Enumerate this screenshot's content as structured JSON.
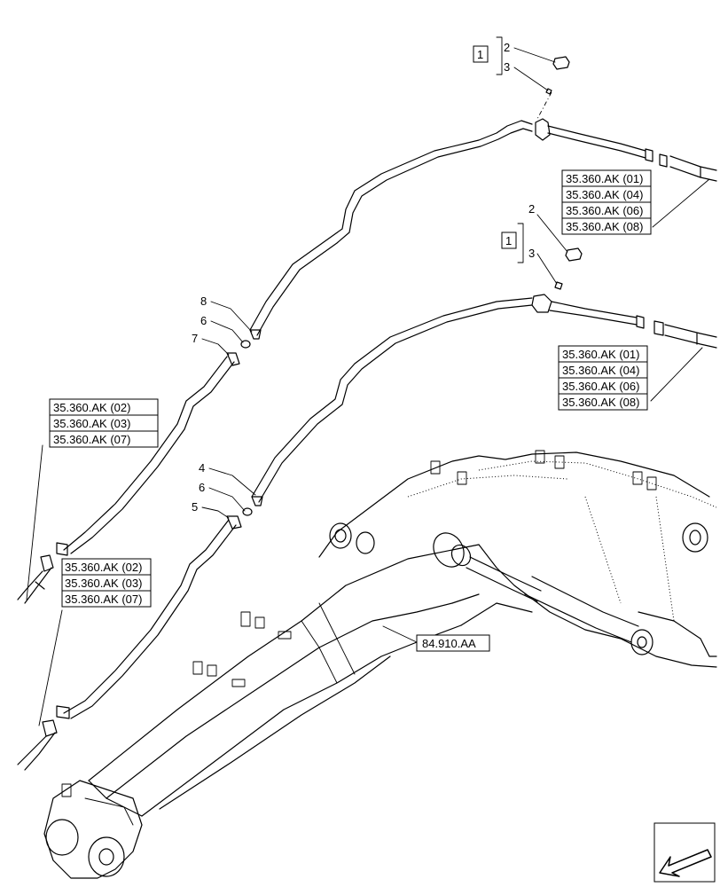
{
  "callouts": {
    "c1": "1",
    "c2": "2",
    "c3": "3",
    "c1b": "1",
    "c2b": "2",
    "c3b": "3",
    "c8": "8",
    "c6a": "6",
    "c7": "7",
    "c4": "4",
    "c6b": "6",
    "c5": "5"
  },
  "refs": {
    "topright": [
      "35.360.AK (01)",
      "35.360.AK (04)",
      "35.360.AK (06)",
      "35.360.AK (08)"
    ],
    "midright": [
      "35.360.AK (01)",
      "35.360.AK (04)",
      "35.360.AK (06)",
      "35.360.AK (08)"
    ],
    "leftupper": [
      "35.360.AK (02)",
      "35.360.AK (03)",
      "35.360.AK (07)"
    ],
    "leftlower": [
      "35.360.AK (02)",
      "35.360.AK (03)",
      "35.360.AK (07)"
    ],
    "boom": "84.910.AA"
  },
  "icons": {
    "corner": "direction-arrow-icon"
  }
}
